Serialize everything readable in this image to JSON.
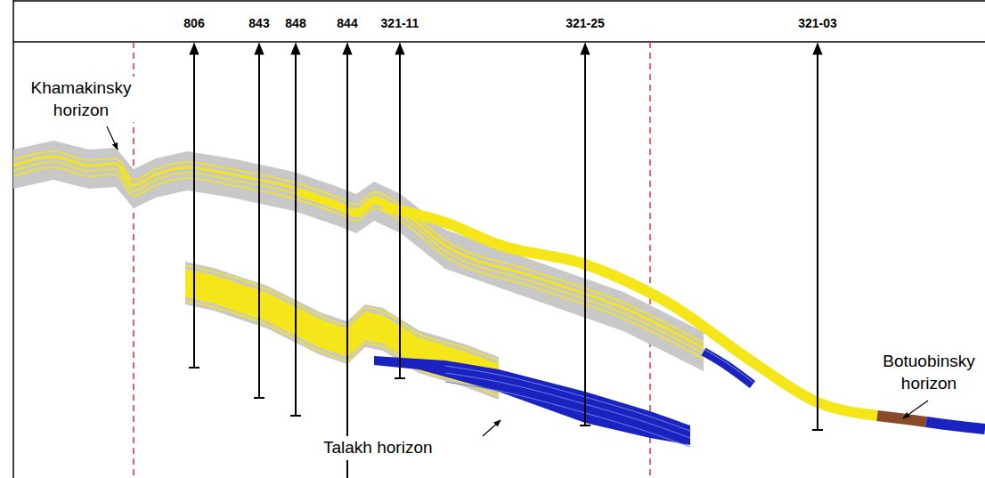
{
  "diagram": {
    "labels": [
      "806",
      "843",
      "848",
      "844",
      "321-11",
      "321-25",
      "321-03",
      "Khamakinsky horizon",
      "Talakh horizon",
      "Botuobinsky horizon"
    ]
  }
}
